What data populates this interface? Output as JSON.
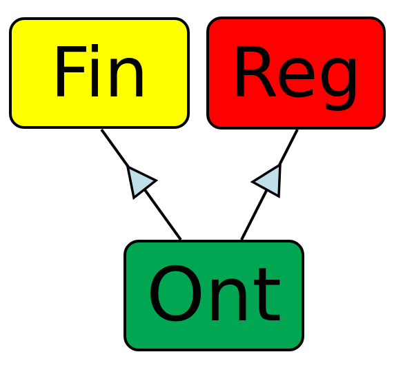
{
  "diagram": {
    "nodes": {
      "fin": {
        "label": "Fin",
        "fill": "#ffff00"
      },
      "reg": {
        "label": "Reg",
        "fill": "#ff0000"
      },
      "ont": {
        "label": "Ont",
        "fill": "#00a651"
      }
    },
    "edges": [
      {
        "from": "ont",
        "to": "fin",
        "arrowhead": "hollow-triangle"
      },
      {
        "from": "ont",
        "to": "reg",
        "arrowhead": "hollow-triangle"
      }
    ],
    "arrowhead_fill": "#bfe0ea",
    "line_color": "#000000"
  }
}
